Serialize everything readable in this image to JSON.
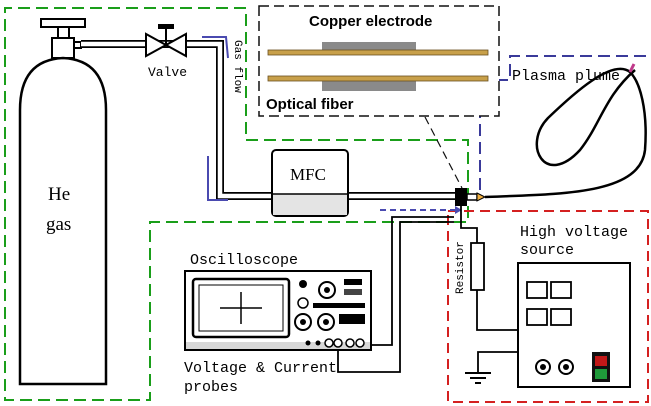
{
  "labels": {
    "copper_electrode": "Copper electrode",
    "optical_fiber": "Optical fiber",
    "valve": "Valve",
    "gas_flow": "Gas flow",
    "plasma_plume": "Plasma plume",
    "mfc": "MFC",
    "he": "He",
    "gas": "gas",
    "oscilloscope": "Oscilloscope",
    "resistor": "Resistor",
    "high_voltage_line1": "High voltage",
    "high_voltage_line2": "source",
    "probes_line1": "Voltage & Current",
    "probes_line2": "probes"
  },
  "colors": {
    "green_dash": "#1a9e1a",
    "blue_dash": "#3a3a9a",
    "red_dash": "#d42020",
    "electrode_tube": "#c8a04a",
    "electrode_block": "#8a8a8a",
    "flow_arrow": "#4a4ab0",
    "led_red": "#c21818",
    "led_green": "#1f9a3a"
  }
}
